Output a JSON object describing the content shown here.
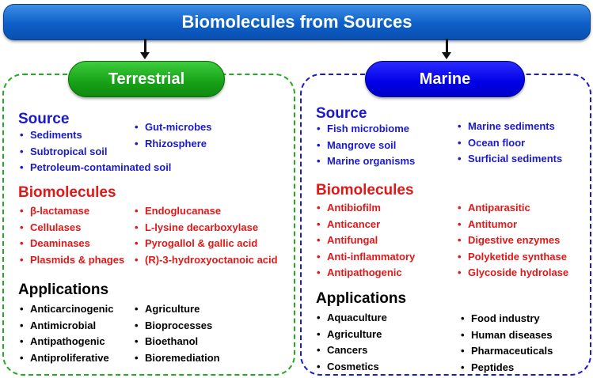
{
  "title": "Biomolecules from Sources",
  "terrestrial": {
    "label": "Terrestrial",
    "source_heading": "Source",
    "source_col1": [
      "Sediments",
      "Subtropical soil",
      "Petroleum-contaminated soil"
    ],
    "source_col2": [
      "Gut-microbes",
      "Rhizosphere"
    ],
    "biomolecules_heading": "Biomolecules",
    "biomolecules_col1": [
      "β-lactamase",
      "Cellulases",
      "Deaminases",
      "Plasmids & phages"
    ],
    "biomolecules_col2": [
      "Endoglucanase",
      "L-lysine decarboxylase",
      "Pyrogallol & gallic acid",
      "(R)-3-hydroxyoctanoic acid"
    ],
    "applications_heading": "Applications",
    "applications_col1": [
      "Anticarcinogenic",
      "Antimicrobial",
      "Antipathogenic",
      "Antiproliferative"
    ],
    "applications_col2": [
      "Agriculture",
      "Bioprocesses",
      "Bioethanol",
      "Bioremediation"
    ]
  },
  "marine": {
    "label": "Marine",
    "source_heading": "Source",
    "source_col1": [
      "Fish microbiome",
      "Mangrove soil",
      "Marine organisms"
    ],
    "source_col2": [
      "Marine sediments",
      "Ocean floor",
      "Surficial sediments"
    ],
    "biomolecules_heading": "Biomolecules",
    "biomolecules_col1": [
      "Antibiofilm",
      "Anticancer",
      "Antifungal",
      "Anti-inflammatory",
      "Antipathogenic"
    ],
    "biomolecules_col2": [
      "Antiparasitic",
      "Antitumor",
      "Digestive enzymes",
      "Polyketide synthase",
      "Glycoside hydrolase"
    ],
    "applications_heading": "Applications",
    "applications_col1": [
      "Aquaculture",
      "Agriculture",
      "Cancers",
      "Cosmetics"
    ],
    "applications_col2": [
      "Food industry",
      "Human diseases",
      "Pharmaceuticals",
      "Peptides"
    ]
  },
  "colors": {
    "banner": "#0d5fc8",
    "terrestrial": "#17a117",
    "marine": "#0000e6",
    "source_text": "#1a1acc",
    "biomolecules_text": "#e01818",
    "applications_text": "#000000"
  }
}
